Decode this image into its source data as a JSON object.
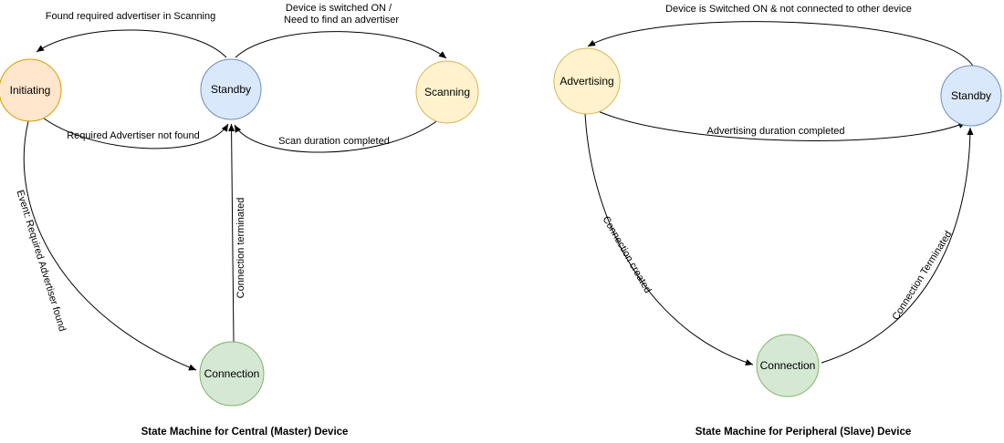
{
  "diagram_left": {
    "caption": "State Machine for Central (Master) Device",
    "nodes": {
      "initiating": {
        "label": "Initiating",
        "fill": "#ffe6cc",
        "stroke": "#d79b00"
      },
      "standby": {
        "label": "Standby",
        "fill": "#dae8fc",
        "stroke": "#6c8ebf"
      },
      "scanning": {
        "label": "Scanning",
        "fill": "#fff2cc",
        "stroke": "#d6b656"
      },
      "connection": {
        "label": "Connection",
        "fill": "#d5e8d4",
        "stroke": "#82b366"
      }
    },
    "edges": {
      "standby_to_initiating": "Found required advertiser in Scanning",
      "standby_to_scanning_line1": "Device is switched ON /",
      "standby_to_scanning_line2": "Need to find an advertiser",
      "initiating_to_standby": "Required Advertiser not found",
      "scanning_to_standby": "Scan duration completed",
      "initiating_to_connection": "Event: Required Advertiser found",
      "connection_to_standby": "Connection terminated"
    }
  },
  "diagram_right": {
    "caption": "State Machine for Peripheral (Slave) Device",
    "nodes": {
      "advertising": {
        "label": "Advertising",
        "fill": "#fff2cc",
        "stroke": "#d6b656"
      },
      "standby": {
        "label": "Standby",
        "fill": "#dae8fc",
        "stroke": "#6c8ebf"
      },
      "connection": {
        "label": "Connection",
        "fill": "#d5e8d4",
        "stroke": "#82b366"
      }
    },
    "edges": {
      "standby_to_advertising": "Device is Switched ON & not connected to other device",
      "advertising_to_standby": "Advertising duration completed",
      "advertising_to_connection": "Connection created",
      "connection_to_standby": "Connection Terminated"
    }
  },
  "colors": {
    "edge_line": "#000000",
    "label_text": "#000000",
    "background": "#ffffff"
  }
}
